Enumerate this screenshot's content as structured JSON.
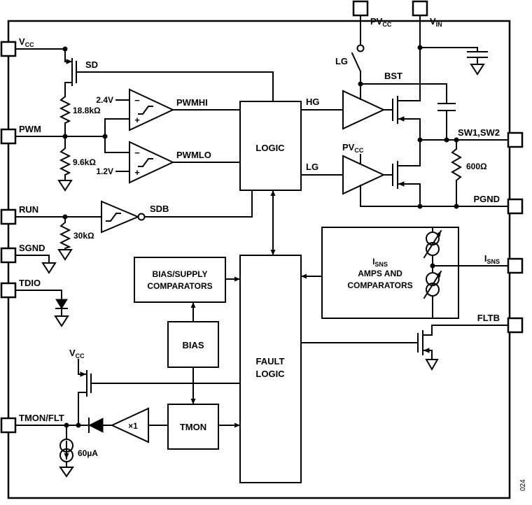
{
  "figure_note": "024",
  "pins": {
    "pvcc": {
      "base": "PV",
      "sub": "CC"
    },
    "vin": {
      "base": "V",
      "sub": "IN"
    },
    "vcc": {
      "base": "V",
      "sub": "CC"
    },
    "pwm": {
      "label": "PWM"
    },
    "run": {
      "label": "RUN"
    },
    "sgnd": {
      "label": "SGND"
    },
    "tdio": {
      "label": "TDIO"
    },
    "tmon_flt": {
      "label": "TMON/FLT"
    },
    "sw": {
      "label": "SW1,SW2"
    },
    "pgnd": {
      "label": "PGND"
    },
    "isns": {
      "base": "I",
      "sub": "SNS"
    },
    "fltb": {
      "label": "FLTB"
    }
  },
  "blocks": {
    "logic": {
      "label": "LOGIC"
    },
    "fault_logic": {
      "line1": "FAULT",
      "line2": "LOGIC"
    },
    "bias_supply_comparators": {
      "line1": "BIAS/SUPPLY",
      "line2": "COMPARATORS"
    },
    "bias": {
      "label": "BIAS"
    },
    "tmon": {
      "label": "TMON"
    },
    "isns_amps": {
      "line1_base": "I",
      "line1_sub": "SNS",
      "line2": "AMPS AND",
      "line3": "COMPARATORS"
    }
  },
  "signals": {
    "sd": "SD",
    "pwmhi": "PWMHI",
    "pwmlo": "PWMLO",
    "sdb": "SDB",
    "hg": "HG",
    "lg": "LG",
    "bst": "BST",
    "lg_switch": "LG",
    "pvcc_driver": {
      "base": "PV",
      "sub": "CC"
    },
    "vcc_pullup": {
      "base": "V",
      "sub": "CC"
    }
  },
  "components": {
    "r_divider_top": "18.8kΩ",
    "r_divider_bottom": "9.6kΩ",
    "r_run": "30kΩ",
    "r_sw": "600Ω",
    "vref_high": "2.4V",
    "vref_low": "1.2V",
    "i_source": "60µA",
    "buffer_gain": "×1"
  },
  "glyphs": {
    "minus": "−",
    "plus": "+"
  }
}
